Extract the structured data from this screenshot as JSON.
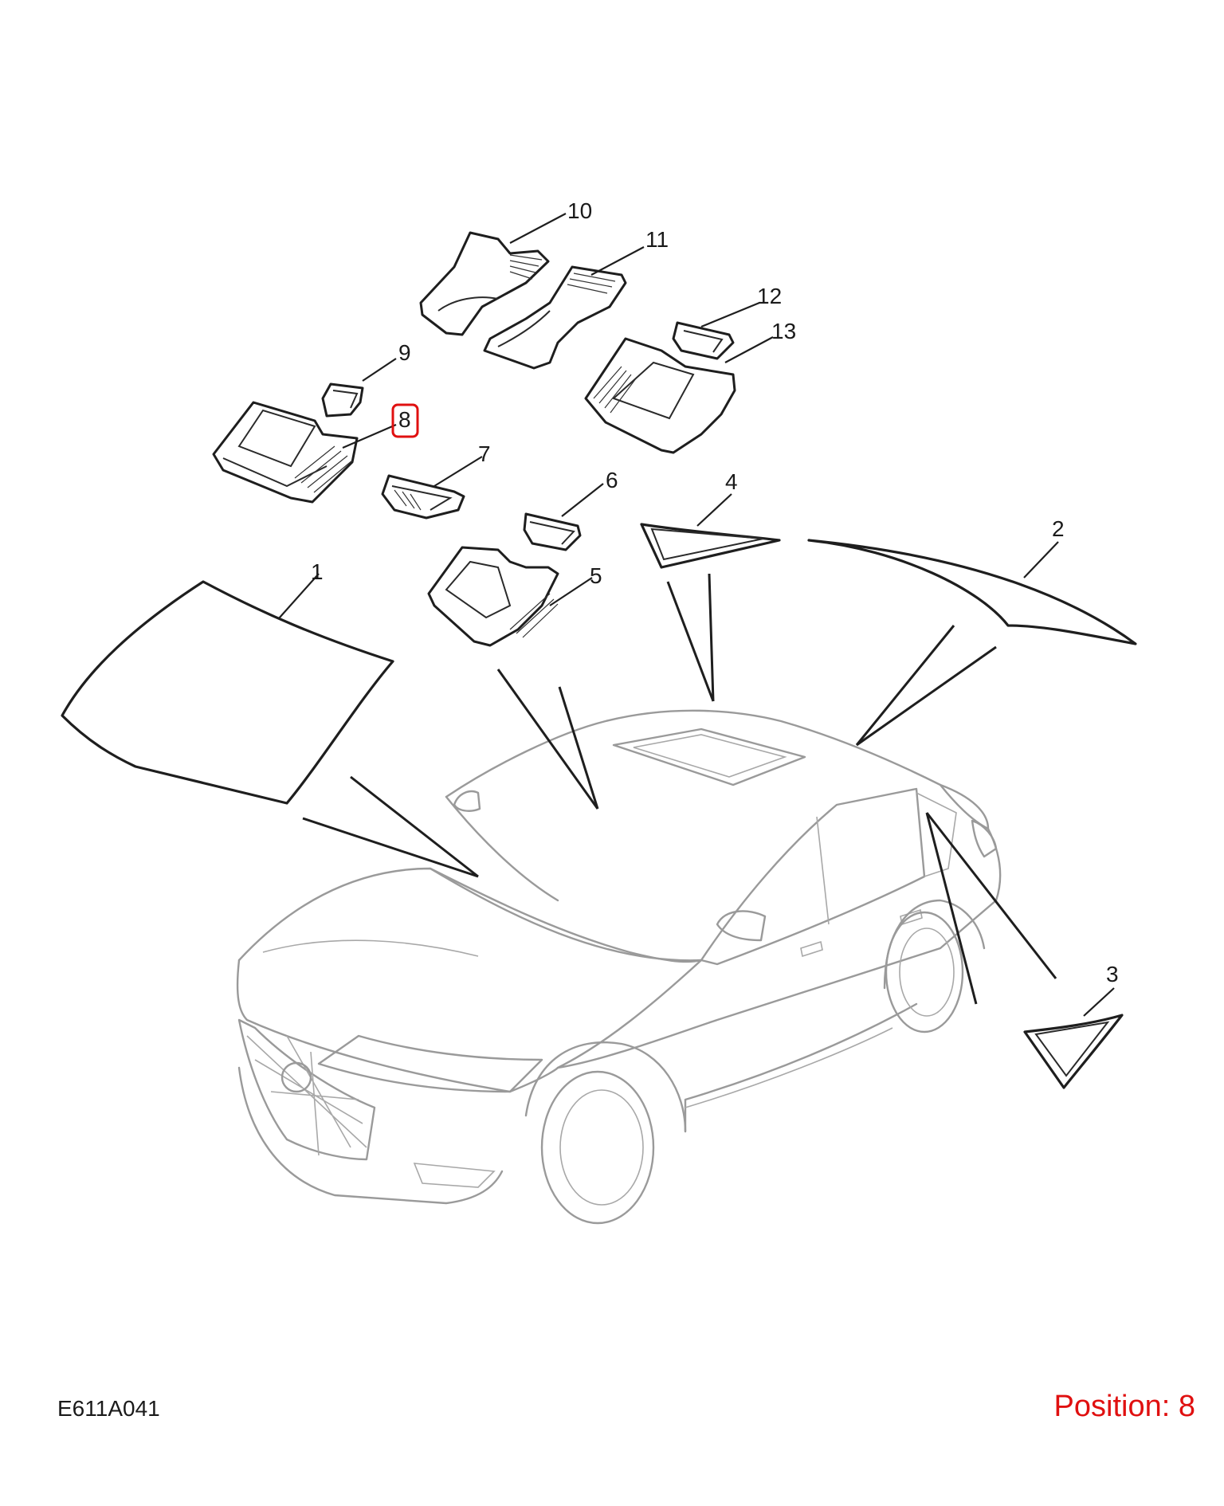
{
  "diagram": {
    "code": "E611A041",
    "position_text": "Position: 8",
    "highlight_color": "#e01010",
    "callouts": [
      {
        "id": "1",
        "label": "1"
      },
      {
        "id": "2",
        "label": "2"
      },
      {
        "id": "3",
        "label": "3"
      },
      {
        "id": "4",
        "label": "4"
      },
      {
        "id": "5",
        "label": "5"
      },
      {
        "id": "6",
        "label": "6"
      },
      {
        "id": "7",
        "label": "7"
      },
      {
        "id": "8",
        "label": "8"
      },
      {
        "id": "9",
        "label": "9"
      },
      {
        "id": "10",
        "label": "10"
      },
      {
        "id": "11",
        "label": "11"
      },
      {
        "id": "12",
        "label": "12"
      },
      {
        "id": "13",
        "label": "13"
      }
    ]
  }
}
